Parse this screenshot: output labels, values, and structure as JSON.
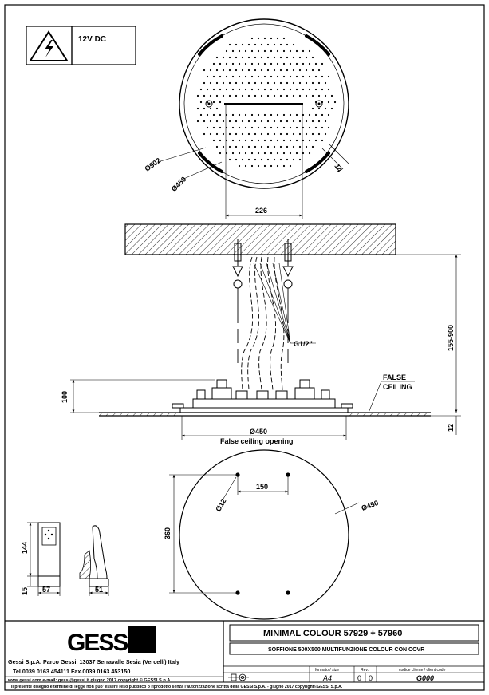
{
  "warning": {
    "voltage": "12V DC"
  },
  "top_view": {
    "dia_outer": "Ø502",
    "dia_inner": "Ø450",
    "width_226": "226",
    "dim_14": "14"
  },
  "elevation": {
    "thread": "G1/2\"",
    "false_ceiling": [
      "FALSE",
      "CEILING"
    ],
    "dim_100": "100",
    "dim_155_900": "155-900",
    "dim_12": "12",
    "dia_opening": "Ø450",
    "opening_label": "False ceiling opening"
  },
  "bottom_view": {
    "dim_150": "150",
    "dia_12": "Ø12",
    "dia_450": "Ø450",
    "dim_360": "360"
  },
  "control_box": {
    "dim_144": "144",
    "dim_57": "57",
    "dim_15": "15",
    "dim_51": "51"
  },
  "title_block": {
    "logo": "GESSI",
    "product_title": "MINIMAL COLOUR 57929 + 57960",
    "product_subtitle": "SOFFIONE 500X500 MULTIFUNZIONE COLOUR CON COVR",
    "company_address": "Gessi S.p.A. Parco Gessi, 13037 Serravalle Sesia (Vercelli) Italy",
    "contacts": "Tel.0039 0163 454111 Fax.0039 0163 453150",
    "web_line": "www.gessi.com   e-mail: gessi@gessi.it     giugno 2017     copyright © GESSI S.p.A.",
    "format_header": "formato / size",
    "format_value": "A4",
    "rev_header": "Rev.",
    "rev_values": [
      "0",
      "0"
    ],
    "client_code_header": "codice cliente / client code",
    "client_code": "G000",
    "copyright_footer": "Il presente disegno e termine di legge non puo' essere reso pubblico o riprodotto senza l'autorizzazione scritta della GESSI S.p.A. - giugno 2017   copyright©GESSI S.p.A."
  }
}
